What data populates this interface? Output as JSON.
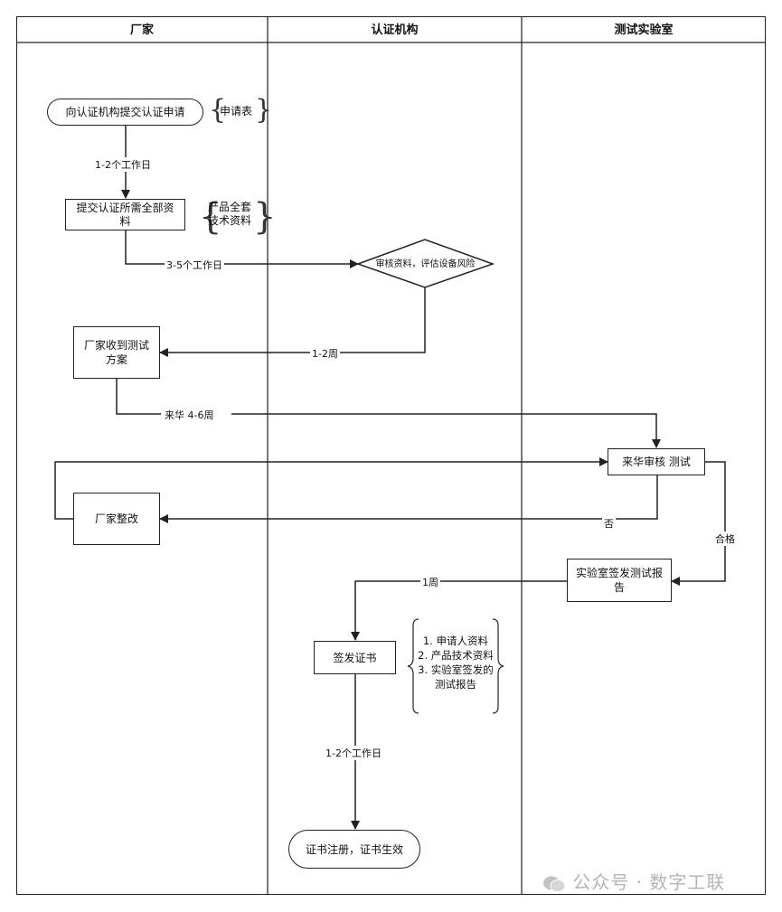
{
  "lanes": {
    "manufacturer": "厂家",
    "certification_body": "认证机构",
    "test_lab": "测试实验室"
  },
  "nodes": {
    "submit_application": "向认证机构提交认证申请",
    "application_form": "申请表",
    "submit_documents_line1": "提交认证所需全部资",
    "submit_documents_line2": "料",
    "product_docs_line1": "产品全套",
    "product_docs_line2": "技术资料",
    "review_decision": "审核资料，评估设备风险",
    "receive_plan_line1": "厂家收到测试",
    "receive_plan_line2": "方案",
    "review_test": "来华审核 测试",
    "rectify": "厂家整改",
    "lab_report_line1": "实验室签发测试报",
    "lab_report_line2": "告",
    "issue_certificate": "签发证书",
    "cert_docs_1": "1. 申请人资料",
    "cert_docs_2": "2. 产品技术资料",
    "cert_docs_3": "3. 实验室签发的",
    "cert_docs_4": "测试报告",
    "certificate_effective": "证书注册，证书生效"
  },
  "edge_labels": {
    "to_documents": "1-2个工作日",
    "to_review": "3-5个工作日",
    "to_plan": "1-2周",
    "to_test": "来华 4-6周",
    "fail": "否",
    "pass": "合格",
    "to_issue": "1周",
    "to_effective": "1-2个工作日"
  },
  "watermark": "公众号 · 数字工联"
}
